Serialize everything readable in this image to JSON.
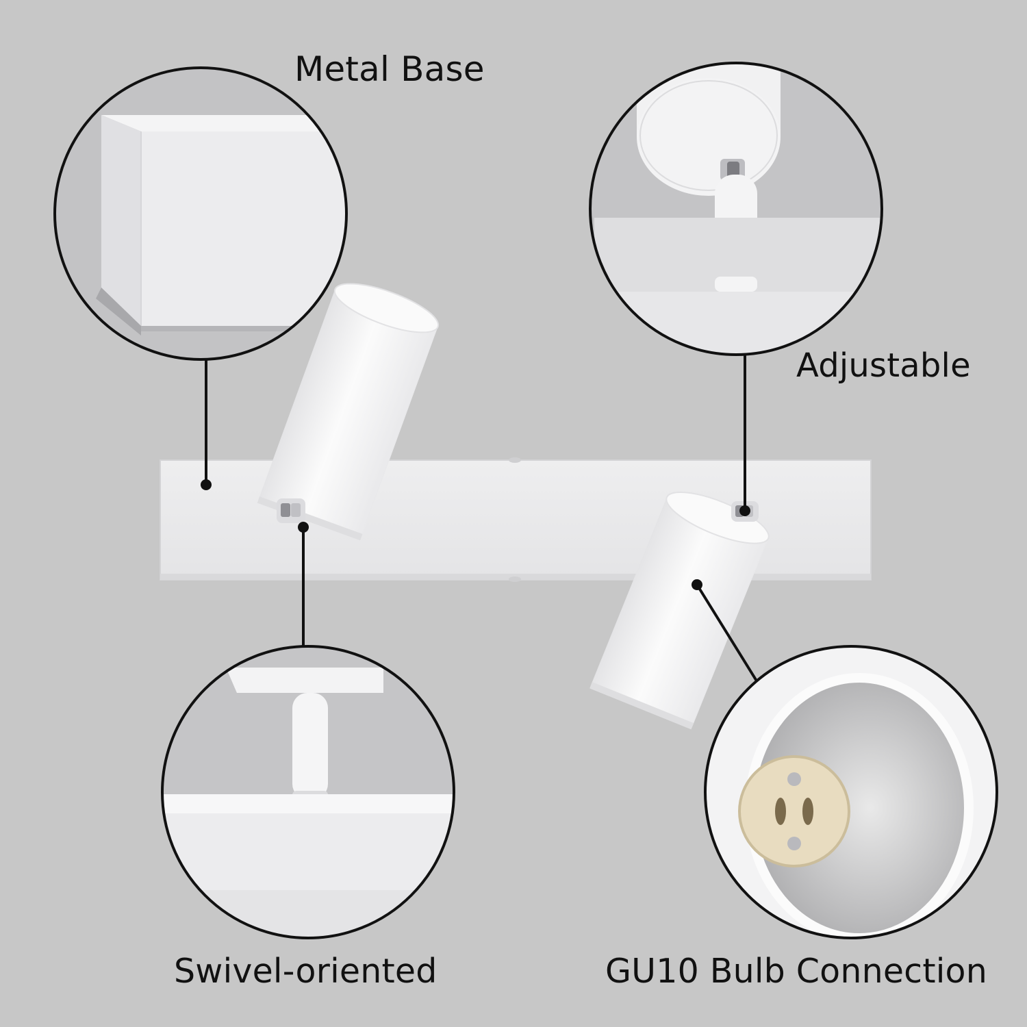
{
  "callouts": {
    "metal_base": "Metal Base",
    "adjustable": "Adjustable",
    "swivel_oriented": "Swivel-oriented",
    "gu10_connection": "GU10 Bulb Connection"
  },
  "colors": {
    "background": "#c7c7c7",
    "fixture_white": "#f2f2f2",
    "outline": "#111111"
  }
}
